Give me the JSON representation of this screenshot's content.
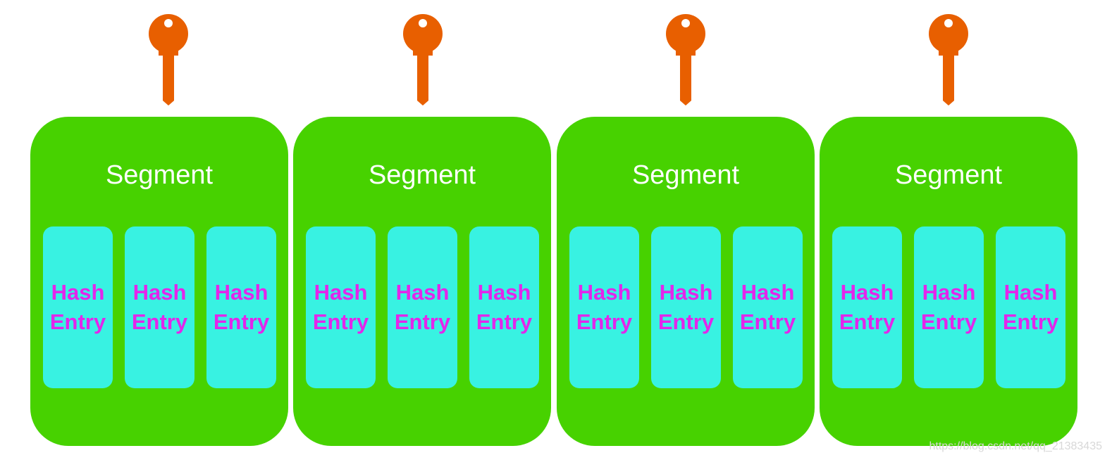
{
  "colors": {
    "segment_fill": "#47d200",
    "entry_fill": "#38f2e2",
    "entry_text": "#e326ea",
    "segment_text": "#ffffff",
    "key_fill": "#e85f00",
    "watermark": "#d8d8d8"
  },
  "icons": {
    "key": "key-icon"
  },
  "segments": [
    {
      "title": "Segment",
      "entries": [
        {
          "label": "Hash\nEntry"
        },
        {
          "label": "Hash\nEntry"
        },
        {
          "label": "Hash\nEntry"
        }
      ]
    },
    {
      "title": "Segment",
      "entries": [
        {
          "label": "Hash\nEntry"
        },
        {
          "label": "Hash\nEntry"
        },
        {
          "label": "Hash\nEntry"
        }
      ]
    },
    {
      "title": "Segment",
      "entries": [
        {
          "label": "Hash\nEntry"
        },
        {
          "label": "Hash\nEntry"
        },
        {
          "label": "Hash\nEntry"
        }
      ]
    },
    {
      "title": "Segment",
      "entries": [
        {
          "label": "Hash\nEntry"
        },
        {
          "label": "Hash\nEntry"
        },
        {
          "label": "Hash\nEntry"
        }
      ]
    }
  ],
  "watermark": "https://blog.csdn.net/qq_21383435"
}
